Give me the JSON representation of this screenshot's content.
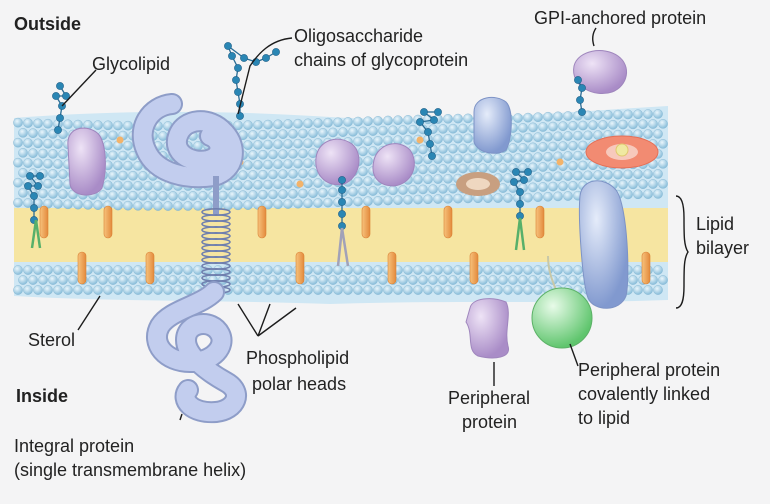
{
  "regions": {
    "outside": "Outside",
    "inside": "Inside"
  },
  "labels": {
    "glycolipid": "Glycolipid",
    "oligo_line1": "Oligosaccharide",
    "oligo_line2": "chains of glycoprotein",
    "gpi": "GPI-anchored protein",
    "lipid_line1": "Lipid",
    "lipid_line2": "bilayer",
    "sterol": "Sterol",
    "phospho_line1": "Phospholipid",
    "phospho_line2": "polar heads",
    "peripheral_line1": "Peripheral",
    "peripheral_line2": "protein",
    "covalent_line1": "Peripheral protein",
    "covalent_line2": "covalently linked",
    "covalent_line3": "to lipid",
    "integral_line1": "Integral protein",
    "integral_line2": "(single transmembrane helix)"
  },
  "colors": {
    "background": "#f4f4f5",
    "polar_head": "#a9d3ea",
    "tail_core": "#f6e5a1",
    "sterol": "#f0a55e",
    "integral_protein": "#b7c4e6",
    "purple_protein": "#c6b0dc",
    "blue_protein": "#9fb3e2",
    "sugar_chain": "#2a86b4",
    "green_protein": "#8fe09a",
    "gpi_anchor_disc": "#f08a72",
    "text": "#222222"
  }
}
